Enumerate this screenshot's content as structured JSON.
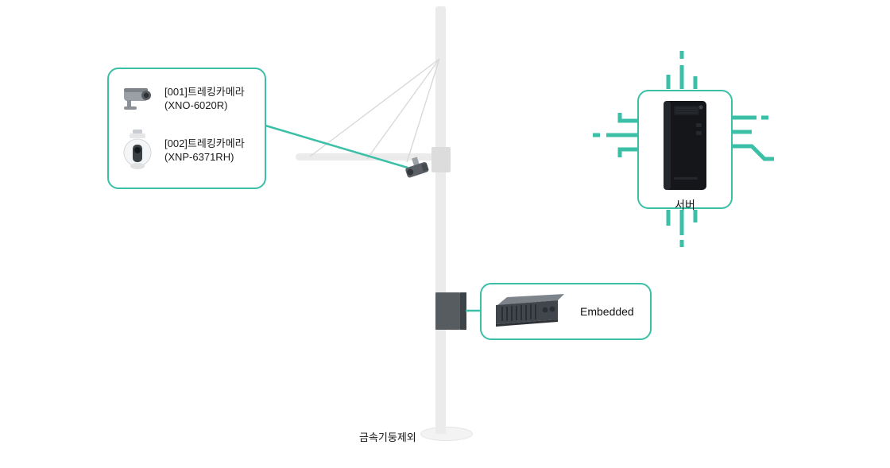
{
  "colors": {
    "accent": "#3CBFA7",
    "pole_gray": "#EBEBEB",
    "wire_gray": "#D9D9D9",
    "junction_box_dark": "#575C61"
  },
  "camera_callout": {
    "items": [
      {
        "label": "[001]트레킹카메라",
        "model": "(XNO-6020R)",
        "icon": "bullet-camera-icon"
      },
      {
        "label": "[002]트레킹카메라",
        "model": "(XNP-6371RH)",
        "icon": "ptz-camera-icon"
      }
    ]
  },
  "embedded_callout": {
    "label": "Embedded"
  },
  "server_callout": {
    "label": "서버"
  },
  "pole": {
    "caption": "금속기둥제외"
  }
}
